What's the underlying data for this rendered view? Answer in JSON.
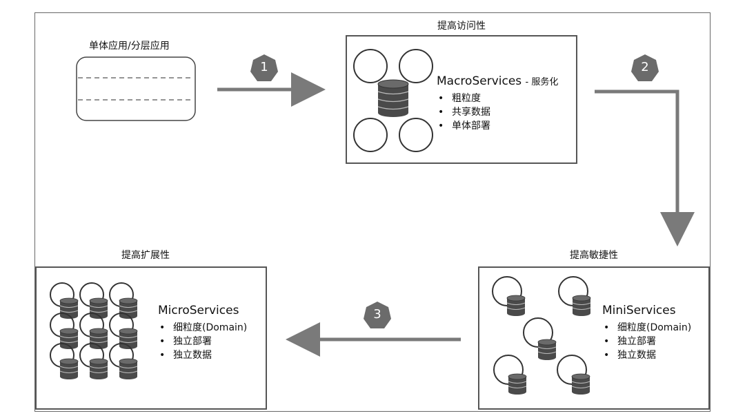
{
  "monolith": {
    "label": "单体应用/分层应用"
  },
  "macro": {
    "header": "提高访问性",
    "title": "MacroServices",
    "subtitle": "- 服务化",
    "points": [
      "粗粒度",
      "共享数据",
      "单体部署"
    ]
  },
  "mini": {
    "header": "提高敏捷性",
    "title": "MiniServices",
    "points": [
      "细粒度(Domain)",
      "独立部署",
      "独立数据"
    ]
  },
  "micro": {
    "header": "提高扩展性",
    "title": "MicroServices",
    "points": [
      "细粒度(Domain)",
      "独立部署",
      "独立数据"
    ]
  },
  "steps": [
    "1",
    "2",
    "3"
  ],
  "colors": {
    "arrow": "#7a7a7a",
    "badge": "#6b6b6b",
    "db": "#4a4a4a"
  }
}
